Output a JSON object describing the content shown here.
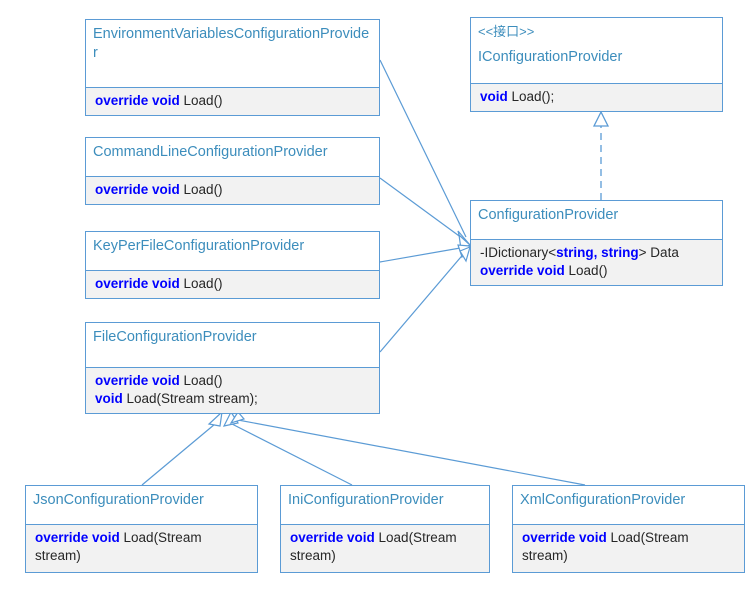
{
  "diagram": {
    "kind": "uml-class-diagram",
    "colors": {
      "class_name": "#3C8DBC",
      "keyword": "#0000FF",
      "member_text": "#262626",
      "box_border": "#5B9BD5",
      "compartment_bg": "#F2F2F2",
      "connector": "#5B9BD5"
    }
  },
  "classes": {
    "env": {
      "name": "EnvironmentVariablesConfigurationProvider",
      "members": [
        {
          "keyword": "override void",
          "rest": " Load()"
        }
      ]
    },
    "cmd": {
      "name": "CommandLineConfigurationProvider",
      "members": [
        {
          "keyword": "override void",
          "rest": " Load()"
        }
      ]
    },
    "keyper": {
      "name": "KeyPerFileConfigurationProvider",
      "members": [
        {
          "keyword": "override void",
          "rest": " Load()"
        }
      ]
    },
    "file": {
      "name": "FileConfigurationProvider",
      "members": [
        {
          "keyword": "override void",
          "rest": " Load()"
        },
        {
          "keyword": "void",
          "rest": " Load(Stream stream);"
        }
      ]
    },
    "iface": {
      "stereotype": "<<接口>>",
      "name": "IConfigurationProvider",
      "members": [
        {
          "keyword": "void",
          "rest": " Load();"
        }
      ]
    },
    "base": {
      "name": "ConfigurationProvider",
      "members": [
        {
          "visibility": "-",
          "prefix": "IDictionary<",
          "keyword": "string, string",
          "rest": "> Data"
        },
        {
          "keyword": "override void",
          "rest": " Load()"
        }
      ]
    },
    "json": {
      "name": "JsonConfigurationProvider",
      "members": [
        {
          "keyword": "override void",
          "rest": " Load(Stream stream)"
        }
      ]
    },
    "ini": {
      "name": "IniConfigurationProvider",
      "members": [
        {
          "keyword": "override void",
          "rest": " Load(Stream stream)"
        }
      ]
    },
    "xml": {
      "name": "XmlConfigurationProvider",
      "members": [
        {
          "keyword": "override void",
          "rest": " Load(Stream stream)"
        }
      ]
    }
  },
  "relationships": [
    {
      "from": "EnvironmentVariablesConfigurationProvider",
      "to": "ConfigurationProvider",
      "type": "generalization"
    },
    {
      "from": "CommandLineConfigurationProvider",
      "to": "ConfigurationProvider",
      "type": "generalization"
    },
    {
      "from": "KeyPerFileConfigurationProvider",
      "to": "ConfigurationProvider",
      "type": "generalization"
    },
    {
      "from": "FileConfigurationProvider",
      "to": "ConfigurationProvider",
      "type": "generalization"
    },
    {
      "from": "ConfigurationProvider",
      "to": "IConfigurationProvider",
      "type": "realization"
    },
    {
      "from": "JsonConfigurationProvider",
      "to": "FileConfigurationProvider",
      "type": "generalization"
    },
    {
      "from": "IniConfigurationProvider",
      "to": "FileConfigurationProvider",
      "type": "generalization"
    },
    {
      "from": "XmlConfigurationProvider",
      "to": "FileConfigurationProvider",
      "type": "generalization"
    }
  ]
}
